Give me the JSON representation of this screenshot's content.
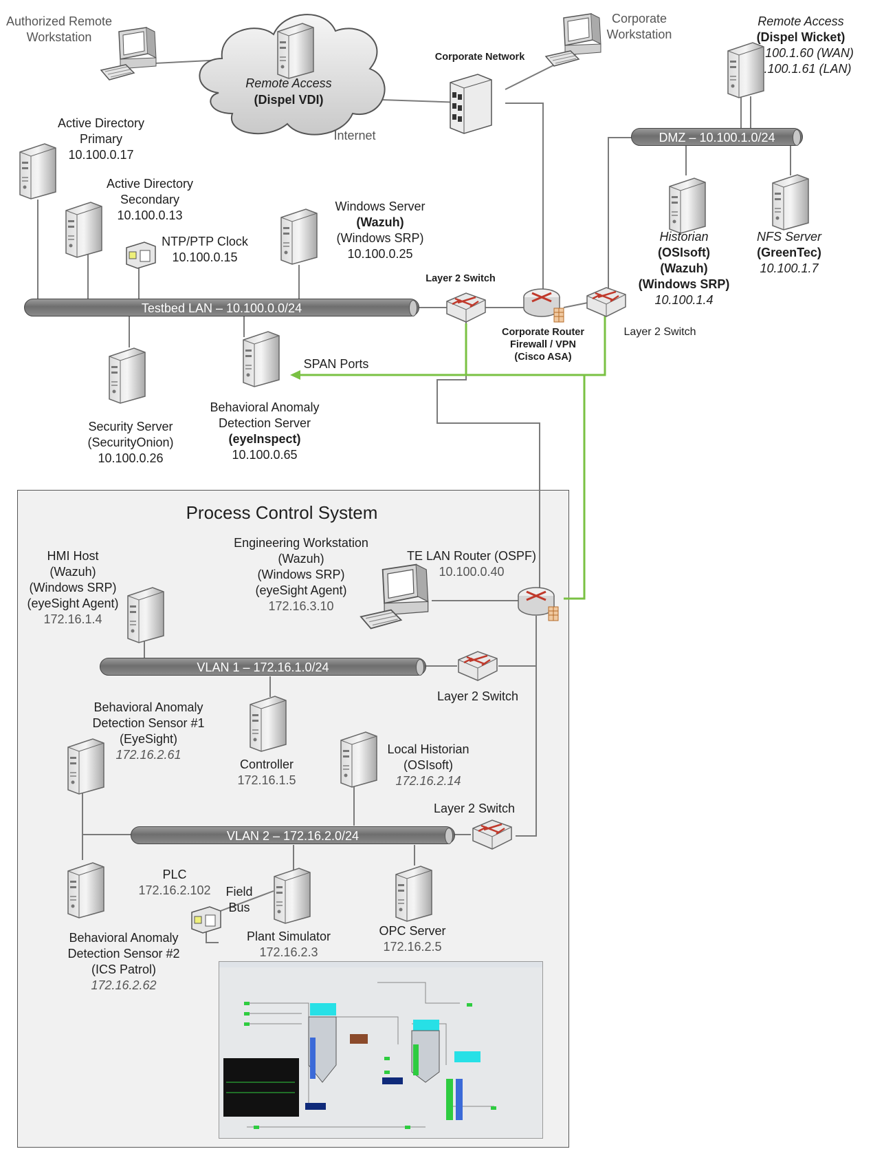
{
  "nodes": {
    "auth_ws": [
      "Authorized Remote",
      "Workstation"
    ],
    "cloud": {
      "title": "Remote Access",
      "sub": "(Dispel VDI)",
      "internet": "Internet"
    },
    "corp_ws": [
      "Corporate",
      "Workstation"
    ],
    "corp_net": "Corporate Network",
    "wicket": {
      "title": "Remote Access",
      "sub": "(Dispel Wicket)",
      "wan": "10.100.1.60 (WAN)",
      "lan": "10.100.1.61 (LAN)"
    },
    "dmz": "DMZ – 10.100.1.0/24",
    "ad1": {
      "l1": "Active Directory",
      "l2": "Primary",
      "ip": "10.100.0.17"
    },
    "ad2": {
      "l1": "Active Directory",
      "l2": "Secondary",
      "ip": "10.100.0.13"
    },
    "ntp": {
      "name": "NTP/PTP Clock",
      "ip": "10.100.0.15"
    },
    "winsrv": {
      "l1": "Windows Server",
      "l2": "(Wazuh)",
      "l3": "(Windows SRP)",
      "ip": "10.100.0.25"
    },
    "historian": {
      "l1": "Historian",
      "l2": "(OSIsoft)",
      "l3": "(Wazuh)",
      "l4": "(Windows SRP)",
      "ip": "10.100.1.4"
    },
    "nfs": {
      "l1": "NFS Server",
      "l2": "(GreenTec)",
      "ip": "10.100.1.7"
    },
    "testbed_lan": "Testbed LAN – 10.100.0.0/24",
    "l2sw_a": "Layer 2 Switch",
    "l2sw_b": "Layer 2 Switch",
    "corp_router": {
      "l1": "Corporate Router",
      "l2": "Firewall / VPN",
      "l3": "(Cisco ASA)"
    },
    "span": "SPAN Ports",
    "sec_srv": {
      "l1": "Security Server",
      "l2": "(SecurityOnion)",
      "ip": "10.100.0.26"
    },
    "bad_srv": {
      "l1": "Behavioral Anomaly",
      "l2": "Detection Server",
      "l3": "(eyeInspect)",
      "ip": "10.100.0.65"
    },
    "pcs_title": "Process Control System",
    "hmi": {
      "l1": "HMI Host",
      "l2": "(Wazuh)",
      "l3": "(Windows SRP)",
      "l4": "(eyeSight Agent)",
      "ip": "172.16.1.4"
    },
    "eng": {
      "l1": "Engineering Workstation",
      "l2": "(Wazuh)",
      "l3": "(Windows SRP)",
      "l4": "(eyeSight Agent)",
      "ip": "172.16.3.10"
    },
    "te_router": {
      "name": "TE LAN Router (OSPF)",
      "ip": "10.100.0.40"
    },
    "vlan1": "VLAN 1 – 172.16.1.0/24",
    "l2sw_c": "Layer 2 Switch",
    "sensor1": {
      "l1": "Behavioral Anomaly",
      "l2": "Detection Sensor #1",
      "l3": "(EyeSight)",
      "ip": "172.16.2.61"
    },
    "controller": {
      "name": "Controller",
      "ip": "172.16.1.5"
    },
    "local_hist": {
      "l1": "Local Historian",
      "l2": "(OSIsoft)",
      "ip": "172.16.2.14"
    },
    "l2sw_d": "Layer 2 Switch",
    "vlan2": "VLAN 2 – 172.16.2.0/24",
    "plc": {
      "name": "PLC",
      "ip": "172.16.2.102"
    },
    "fieldbus": [
      "Field",
      "Bus"
    ],
    "sensor2": {
      "l1": "Behavioral Anomaly",
      "l2": "Detection Sensor #2",
      "l3": "(ICS Patrol)",
      "ip": "172.16.2.62"
    },
    "plant_sim": {
      "name": "Plant Simulator",
      "ip": "172.16.2.3"
    },
    "opc": {
      "name": "OPC Server",
      "ip": "172.16.2.5"
    }
  },
  "colors": {
    "line": "#7a7a7a",
    "span": "#7ac143",
    "bar": "#7d7d7d",
    "pcs_bg": "#f1f1f1"
  },
  "icons": [
    "server-icon",
    "workstation-icon",
    "cloud-icon",
    "router-icon",
    "switch-icon",
    "firewall-building-icon",
    "clock-icon"
  ]
}
